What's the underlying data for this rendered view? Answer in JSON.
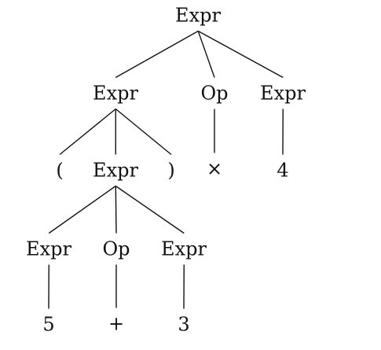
{
  "tree": {
    "nodes": [
      {
        "id": "n0",
        "label": "Expr"
      },
      {
        "id": "n1",
        "label": "Expr"
      },
      {
        "id": "n2",
        "label": "Op"
      },
      {
        "id": "n3",
        "label": "Expr"
      },
      {
        "id": "n4",
        "label": "("
      },
      {
        "id": "n5",
        "label": "Expr"
      },
      {
        "id": "n6",
        "label": ")"
      },
      {
        "id": "n7",
        "label": "×"
      },
      {
        "id": "n8",
        "label": "4"
      },
      {
        "id": "n9",
        "label": "Expr"
      },
      {
        "id": "n10",
        "label": "Op"
      },
      {
        "id": "n11",
        "label": "Expr"
      },
      {
        "id": "n12",
        "label": "5"
      },
      {
        "id": "n13",
        "label": "+"
      },
      {
        "id": "n14",
        "label": "3"
      }
    ],
    "edges": [
      [
        "n0",
        "n1"
      ],
      [
        "n0",
        "n2"
      ],
      [
        "n0",
        "n3"
      ],
      [
        "n1",
        "n4"
      ],
      [
        "n1",
        "n5"
      ],
      [
        "n1",
        "n6"
      ],
      [
        "n2",
        "n7"
      ],
      [
        "n3",
        "n8"
      ],
      [
        "n5",
        "n9"
      ],
      [
        "n5",
        "n10"
      ],
      [
        "n5",
        "n11"
      ],
      [
        "n9",
        "n12"
      ],
      [
        "n10",
        "n13"
      ],
      [
        "n11",
        "n14"
      ]
    ]
  }
}
